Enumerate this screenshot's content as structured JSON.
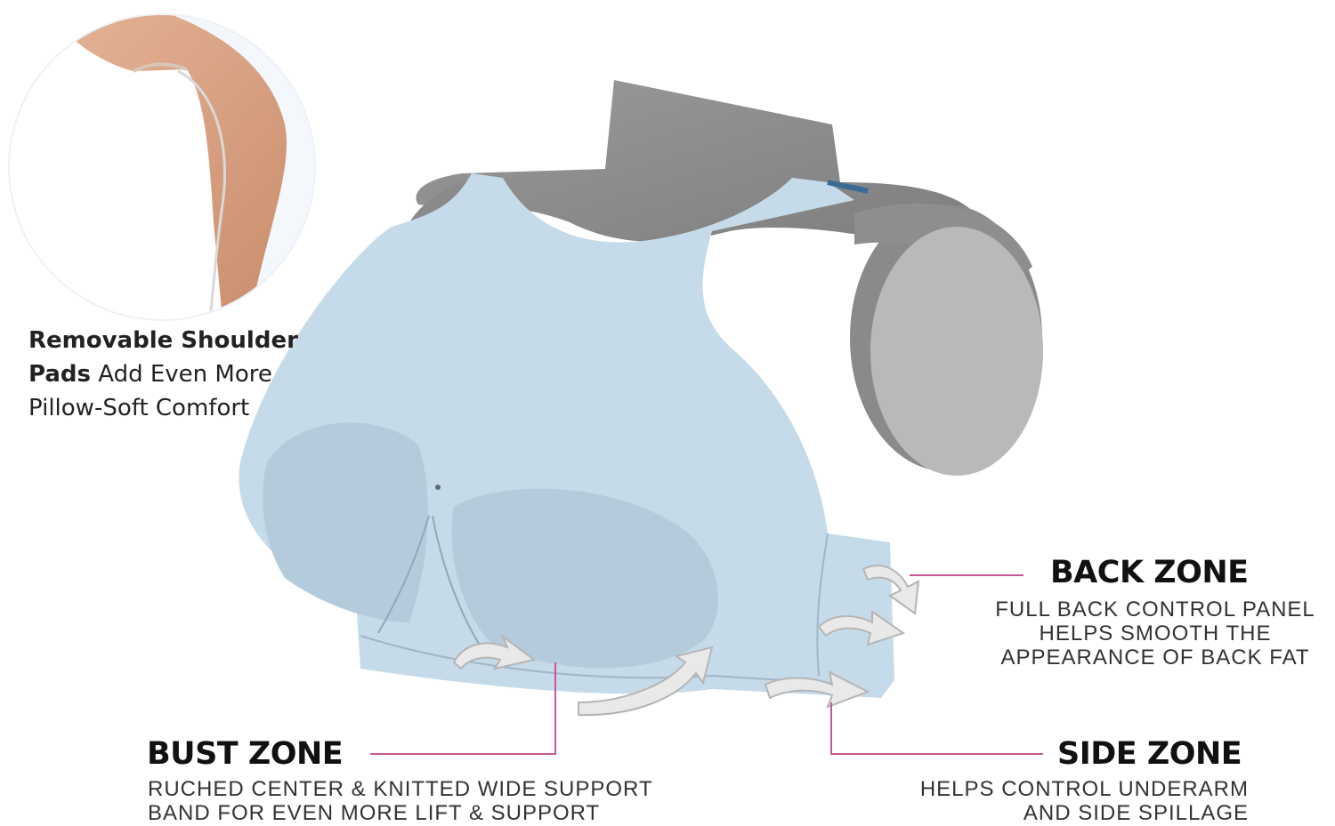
{
  "shoulder_callout": {
    "bold_line1": "Removable Shoulder",
    "bold_line2": "Pads",
    "rest_line2": "Add Even More",
    "line3": "Pillow-Soft Comfort"
  },
  "back_zone": {
    "title": "BACK ZONE",
    "lines": [
      "FULL BACK CONTROL PANEL",
      "HELPS SMOOTH THE",
      "APPEARANCE OF BACK FAT"
    ]
  },
  "side_zone": {
    "title": "SIDE ZONE",
    "lines": [
      "HELPS CONTROL UNDERARM",
      "AND SIDE SPILLAGE"
    ]
  },
  "bust_zone": {
    "title": "BUST ZONE",
    "lines": [
      "RUCHED CENTER & KNITTED WIDE SUPPORT",
      "BAND FOR EVEN MORE LIFT & SUPPORT"
    ]
  },
  "colors": {
    "bra": "#c6dbe9",
    "bra_shadow": "#a9c2d5",
    "mannequin": "#8c8c8c",
    "mannequin_light": "#b7b7b7",
    "leader_line": "#c8569a",
    "arrow_fill": "#e8e8e8"
  }
}
